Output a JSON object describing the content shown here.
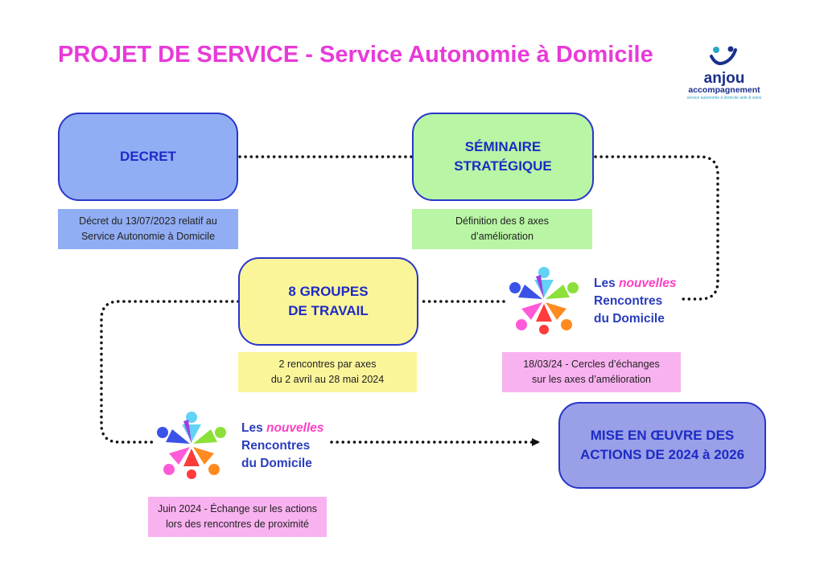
{
  "title": "PROJET DE SERVICE - Service Autonomie à Domicile",
  "logo": {
    "name": "anjou",
    "sub": "accompagnement",
    "tagline": "service autonomie à domicile aide & soins",
    "colors": {
      "primary": "#1a2f8c",
      "accent": "#2aa6c8"
    }
  },
  "steps": [
    {
      "id": "decret",
      "title": "DECRET",
      "note": "Décret du 13/07/2023 relatif au\nService Autonomie à Domicile",
      "fill": "#91aef4",
      "note_fill": "#91aef4"
    },
    {
      "id": "seminaire",
      "title": "SÉMINAIRE\nSTRATÉGIQUE",
      "note": "Définition des 8 axes\nd’amélioration",
      "fill": "#b8f5a4",
      "note_fill": "#b8f5a4"
    },
    {
      "id": "groupes",
      "title": "8 GROUPES\nDE TRAVAIL",
      "note": "2 rencontres par axes\ndu 2 avril au 28 mai 2024",
      "fill": "#fbf59a",
      "note_fill": "#fbf59a"
    },
    {
      "id": "mise",
      "title": "MISE EN ŒUVRE DES\nACTIONS DE 2024 à 2026",
      "fill": "#9aa0e8"
    }
  ],
  "rencontres": [
    {
      "id": "lnr1",
      "line1": "Les",
      "line1b": "nouvelles",
      "line2": "Rencontres",
      "line3": "du Domicile",
      "note": "18/03/24 - Cercles d’échanges\nsur les axes d’amélioration",
      "note_fill": "#f9b2f0"
    },
    {
      "id": "lnr2",
      "line1": "Les",
      "line1b": "nouvelles",
      "line2": "Rencontres",
      "line3": "du Domicile",
      "note": "Juin 2024 - Échange sur les actions\nlors des rencontres de proximité",
      "note_fill": "#f9b2f0"
    }
  ],
  "colors": {
    "title": "#e83ad8",
    "box_border": "#2936c9",
    "box_text": "#1d2bc4",
    "connector": "#111111"
  }
}
